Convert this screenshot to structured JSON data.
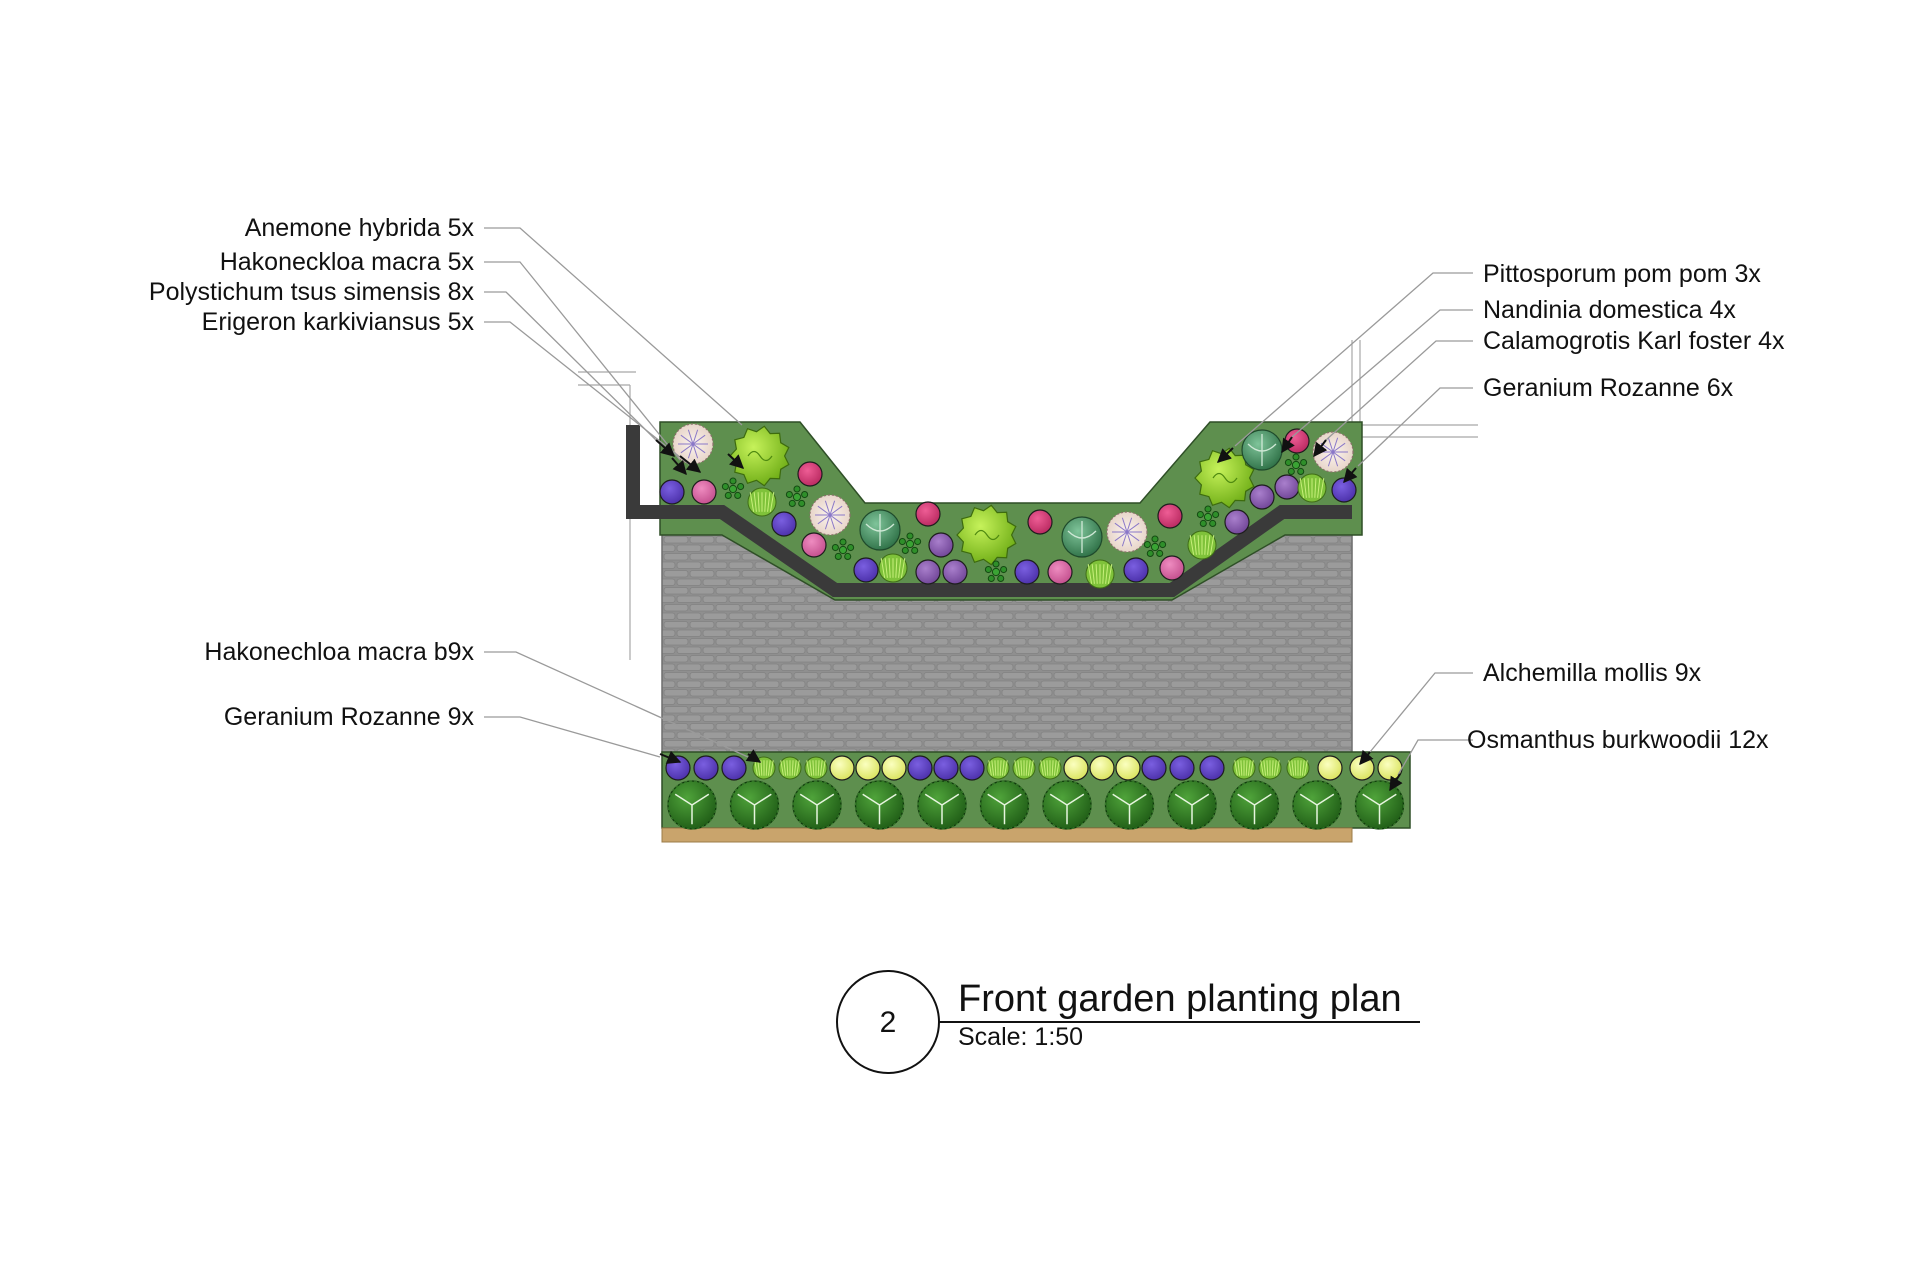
{
  "labels_left": [
    {
      "id": "anemone",
      "text": "Anemone hybrida 5x"
    },
    {
      "id": "hakoneckloa",
      "text": "Hakoneckloa macra 5x"
    },
    {
      "id": "polystichum",
      "text": "Polystichum tsus simensis 8x"
    },
    {
      "id": "erigeron",
      "text": "Erigeron karkiviansus 5x"
    },
    {
      "id": "hakonechloa-b9x",
      "text": "Hakonechloa macra b9x"
    },
    {
      "id": "geranium-9x",
      "text": "Geranium Rozanne 9x"
    }
  ],
  "labels_right": [
    {
      "id": "pittosporum",
      "text": "Pittosporum pom pom 3x"
    },
    {
      "id": "nandinia",
      "text": "Nandinia domestica 4x"
    },
    {
      "id": "calamogrotis",
      "text": "Calamogrotis Karl foster 4x"
    },
    {
      "id": "geranium-6x",
      "text": "Geranium Rozanne 6x"
    },
    {
      "id": "alchemilla",
      "text": "Alchemilla mollis 9x"
    },
    {
      "id": "osmanthus",
      "text": "Osmanthus burkwoodii 12x"
    }
  ],
  "title": {
    "number": "2",
    "text": "Front garden planting plan",
    "scale": "Scale: 1:50"
  },
  "colors": {
    "bed_green": "#5e8f4e",
    "paving_grey": "#8f8f8f",
    "wall_dark": "#3a3a3a",
    "edging_sand": "#c9a46c",
    "geranium_purple": "#5d3fc2",
    "erigeron_pink": "#d65fa0",
    "anemone_cream": "#f3e6dd",
    "magenta": "#d43a7a",
    "violet": "#8a5cae",
    "alchemilla_yellow": "#eef58a",
    "osmanthus_green": "#2f7a22",
    "grass_green": "#7fc23a",
    "pittosporum_lime": "#8fd12a",
    "nandinia_green": "#3f8f5a"
  }
}
